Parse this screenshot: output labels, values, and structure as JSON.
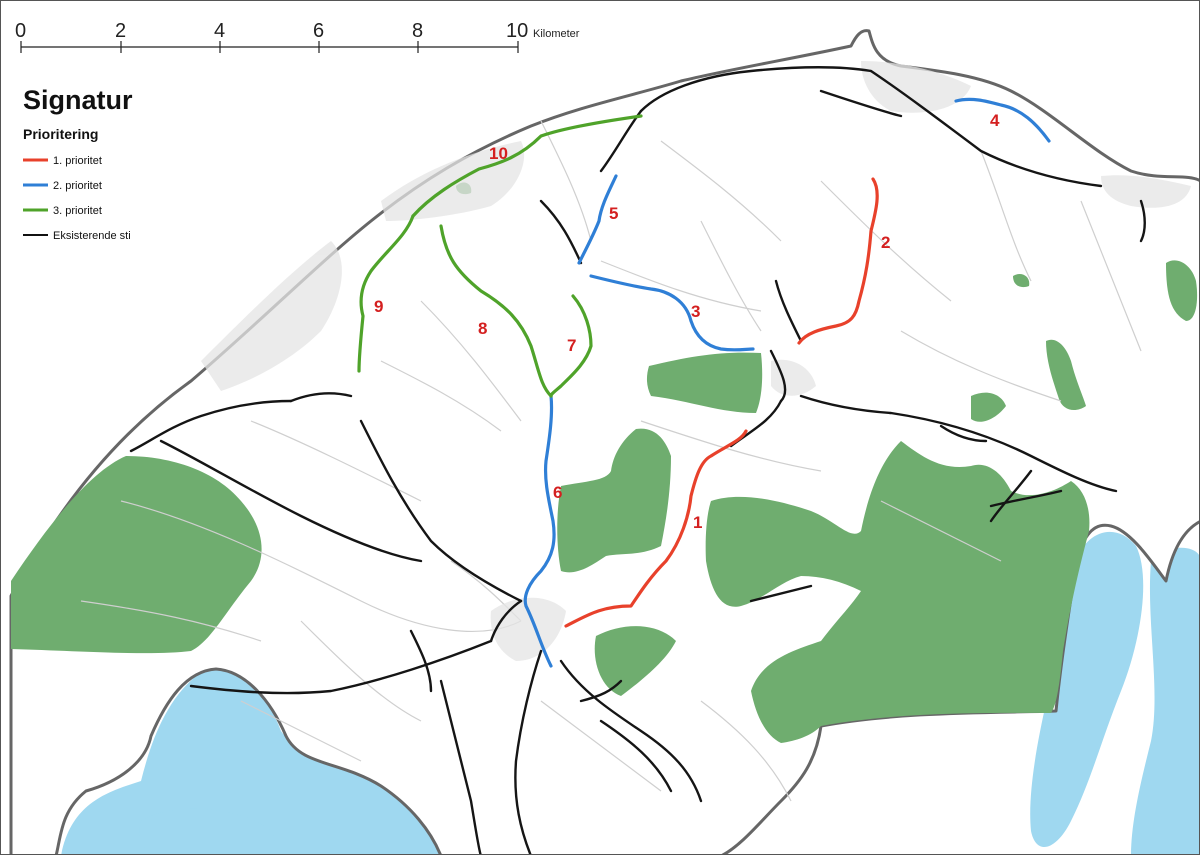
{
  "scale_bar": {
    "ticks": [
      "0",
      "2",
      "4",
      "6",
      "8",
      "10"
    ],
    "unit": "Kilometer"
  },
  "legend": {
    "title": "Signatur",
    "subtitle": "Prioritering",
    "items": [
      {
        "label": "1. prioritet",
        "color": "#e8412b"
      },
      {
        "label": "2. prioritet",
        "color": "#2f7fd6"
      },
      {
        "label": "3. prioritet",
        "color": "#4fa32a"
      },
      {
        "label": "Eksisterende sti",
        "color": "#111111"
      }
    ]
  },
  "routes": [
    {
      "number": "1",
      "priority": 1
    },
    {
      "number": "2",
      "priority": 1
    },
    {
      "number": "3",
      "priority": 2
    },
    {
      "number": "4",
      "priority": 2
    },
    {
      "number": "5",
      "priority": 2
    },
    {
      "number": "6",
      "priority": 2
    },
    {
      "number": "7",
      "priority": 3
    },
    {
      "number": "8",
      "priority": 3
    },
    {
      "number": "9",
      "priority": 3
    },
    {
      "number": "10",
      "priority": 3
    }
  ],
  "colors": {
    "forest": "#6fad6f",
    "water": "#9fd8f0",
    "land": "#ffffff",
    "border": "#666666",
    "road": "#cfcfcf"
  }
}
